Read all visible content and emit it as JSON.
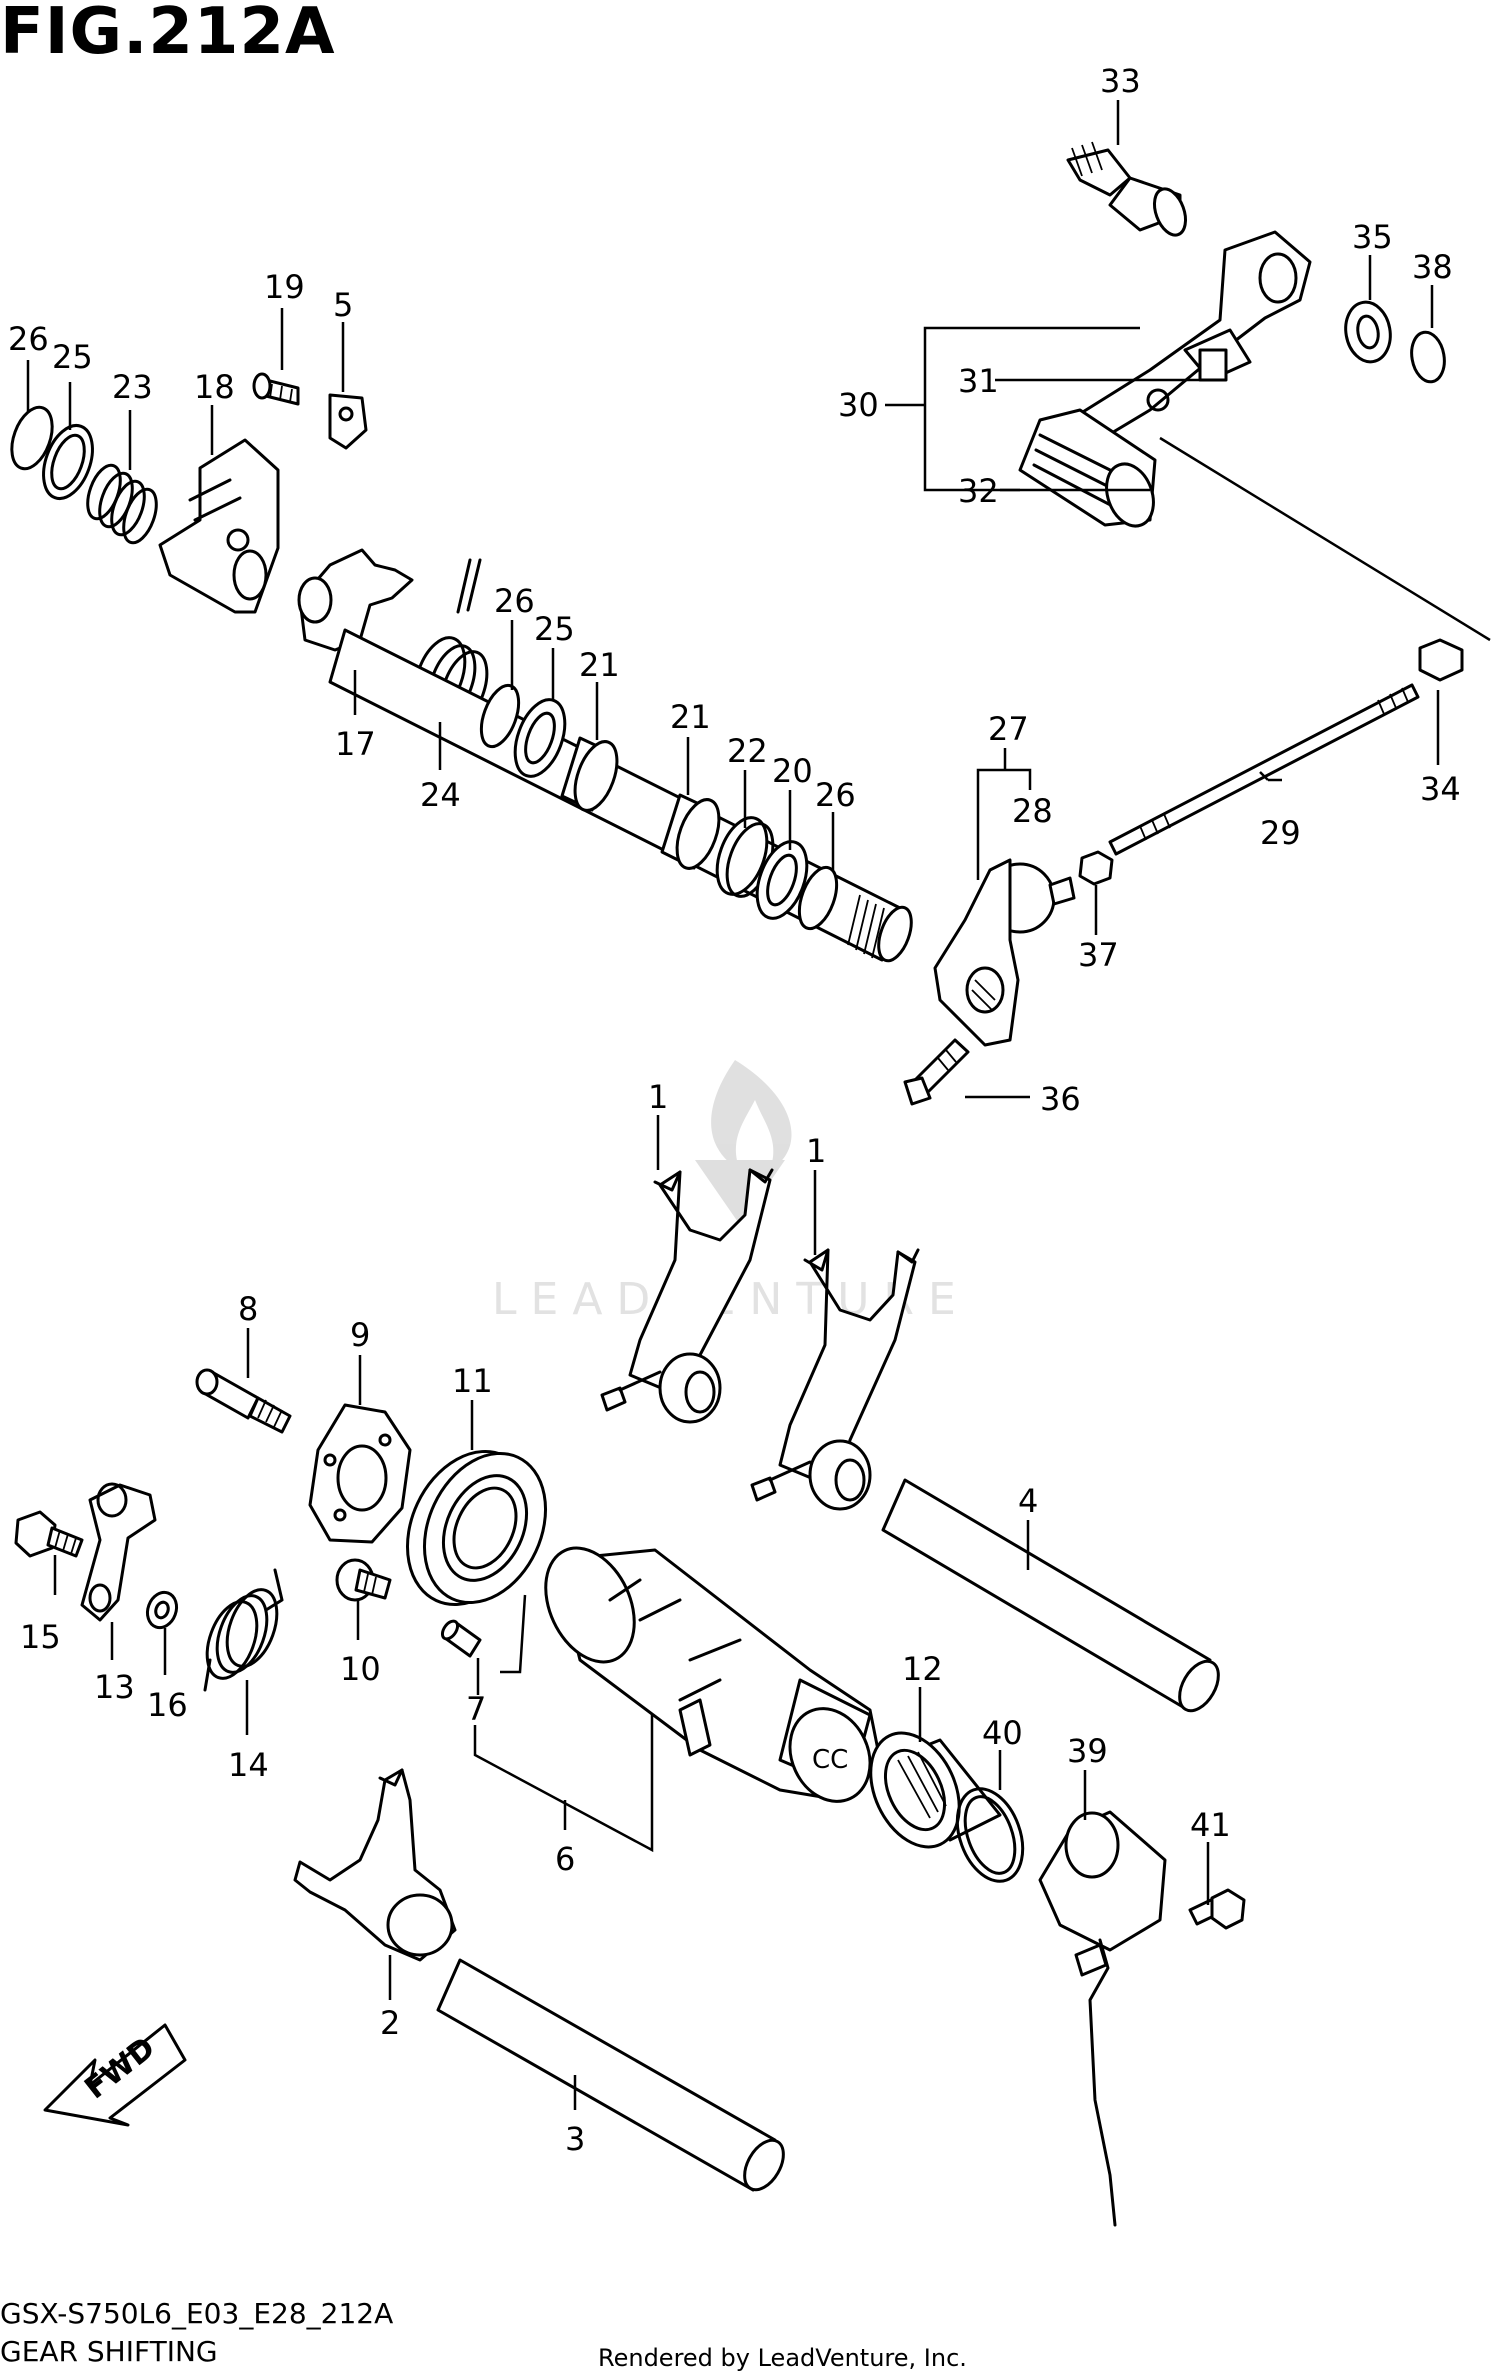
{
  "figure": {
    "title": "FIG.212A",
    "model_code": "GSX-S750L6_E03_E28_212A",
    "section_name": "GEAR SHIFTING",
    "rendered_by": "Rendered by LeadVenture, Inc.",
    "watermark": "LEADVENTURE"
  },
  "callouts": {
    "c1a": "1",
    "c1b": "1",
    "c2": "2",
    "c3": "3",
    "c4": "4",
    "c5": "5",
    "c6": "6",
    "c7": "7",
    "c8": "8",
    "c9": "9",
    "c10": "10",
    "c11": "11",
    "c12": "12",
    "c13": "13",
    "c14": "14",
    "c15": "15",
    "c16": "16",
    "c17": "17",
    "c18": "18",
    "c19": "19",
    "c20": "20",
    "c21a": "21",
    "c21b": "21",
    "c22": "22",
    "c23": "23",
    "c24": "24",
    "c25a": "25",
    "c25b": "25",
    "c26a": "26",
    "c26b": "26",
    "c26c": "26",
    "c27": "27",
    "c28": "28",
    "c29": "29",
    "c30": "30",
    "c31": "31",
    "c32": "32",
    "c33": "33",
    "c34": "34",
    "c35": "35",
    "c36": "36",
    "c37": "37",
    "c38": "38",
    "c39": "39",
    "c40": "40",
    "c41": "41"
  },
  "badges": {
    "fwd": "FWD"
  }
}
